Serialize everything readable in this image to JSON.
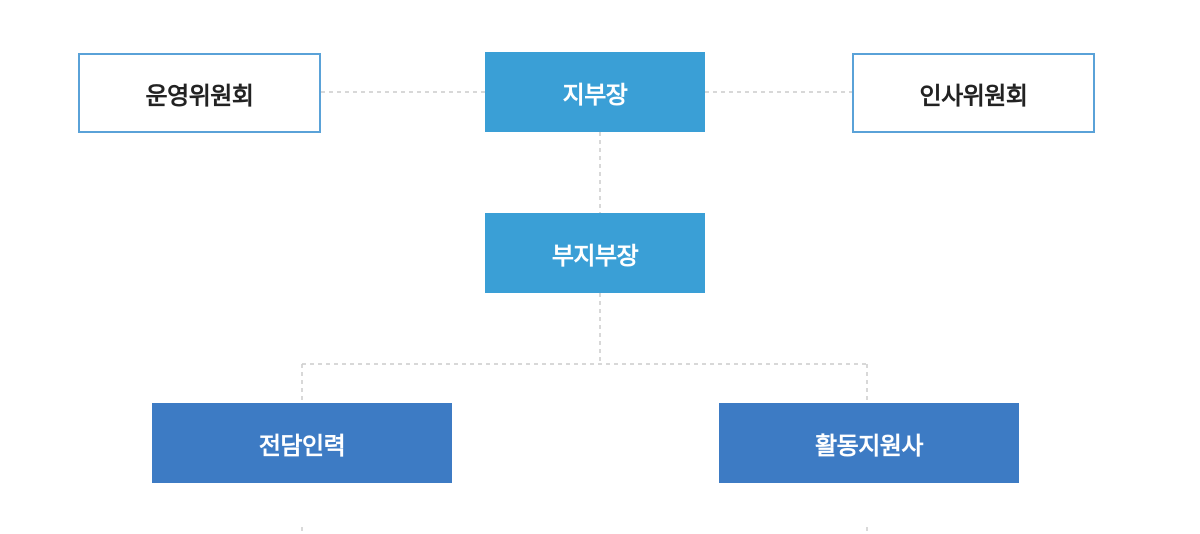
{
  "org_chart": {
    "head": "지부장",
    "left_committee": "운영위원회",
    "right_committee": "인사위원회",
    "deputy": "부지부장",
    "branches": [
      "전담인력",
      "활동지원사"
    ]
  },
  "colors": {
    "outline_border": "#5aa2d8",
    "head_fill": "#3a9fd6",
    "branch_fill": "#3d7bc4",
    "connector": "#cccccc"
  }
}
